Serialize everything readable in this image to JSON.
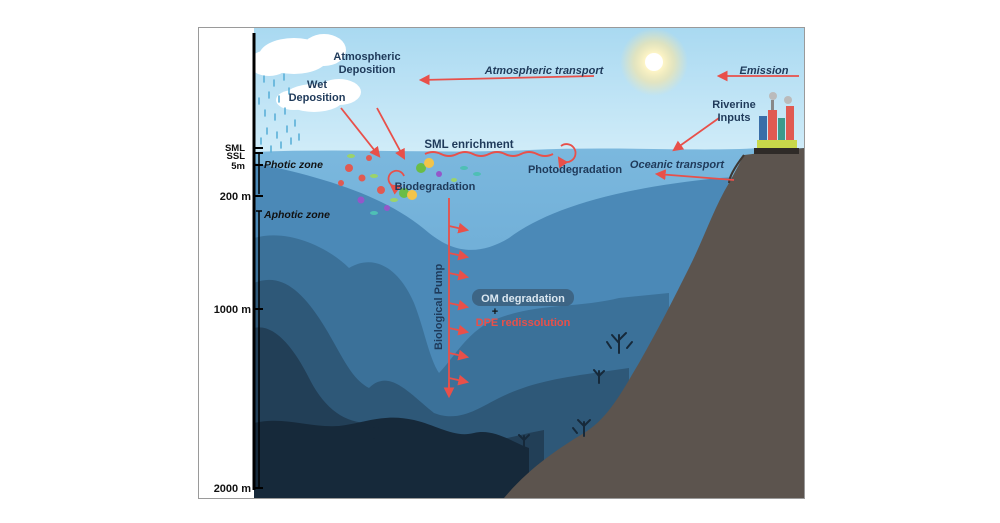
{
  "depth_axis": {
    "ticks": [
      {
        "id": "sml",
        "label": "SML"
      },
      {
        "id": "ssl",
        "label": "SSL"
      },
      {
        "id": "5m",
        "label": "5m"
      },
      {
        "id": "200m",
        "label": "200 m"
      },
      {
        "id": "1000m",
        "label": "1000 m"
      },
      {
        "id": "2000m",
        "label": "2000 m"
      }
    ]
  },
  "zones": {
    "photic": "Photic zone",
    "aphotic": "Aphotic zone"
  },
  "labels": {
    "wet_deposition_1": "Wet",
    "wet_deposition_2": "Deposition",
    "atmospheric_deposition_1": "Atmospheric",
    "atmospheric_deposition_2": "Deposition",
    "atmospheric_transport": "Atmospheric transport",
    "emission": "Emission",
    "riverine_inputs_1": "Riverine",
    "riverine_inputs_2": "Inputs",
    "sml_enrichment": "SML enrichment",
    "photodegradation": "Photodegradation",
    "oceanic_transport": "Oceanic transport",
    "biodegradation": "Biodegradation",
    "biological_pump": "Biological Pump",
    "om_degradation": "OM degradation",
    "plus": "+",
    "dpe_redissolution": "DPE redissolution"
  },
  "colors": {
    "sky": "#c6e7f7",
    "sky_top": "#a9d9f1",
    "water_surface": "#69a9d4",
    "water_mid": "#4f8fbd",
    "deep_1": "#3f7399",
    "deep_2": "#2f5a78",
    "deep_3": "#22425a",
    "seafloor": "#16293a",
    "slope": "#5e5650",
    "arrow": "#e8504a",
    "text_dark": "#1f3a5a",
    "label_red": "#e8504a"
  }
}
